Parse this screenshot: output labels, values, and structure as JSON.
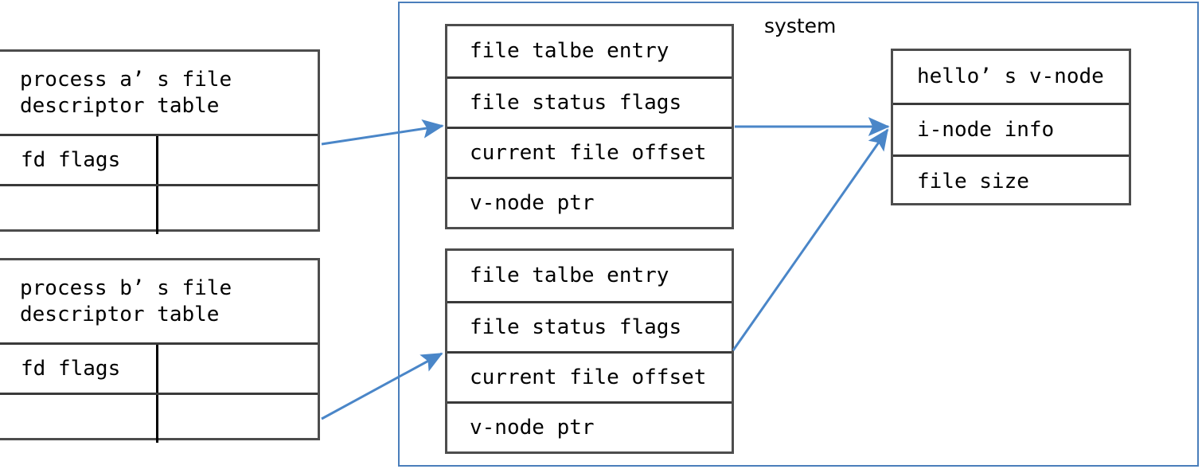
{
  "diagram": {
    "title_label": "system",
    "accent_color": "#4a7ebb",
    "border_color": "#4d4d4d",
    "arrow_color": "#4a86c8"
  },
  "process_tables": [
    {
      "name": "process-a",
      "header": "process a’ s file\ndescriptor table",
      "rows": [
        {
          "left": "fd flags",
          "right": ""
        },
        {
          "left": "",
          "right": ""
        }
      ]
    },
    {
      "name": "process-b",
      "header": "process b’ s file\ndescriptor table",
      "rows": [
        {
          "left": "fd flags",
          "right": ""
        },
        {
          "left": "",
          "right": ""
        }
      ]
    }
  ],
  "file_tables": [
    {
      "name": "file-table-entry-a",
      "rows": [
        "file talbe entry",
        "file status flags",
        "current file offset",
        "v-node ptr"
      ]
    },
    {
      "name": "file-table-entry-b",
      "rows": [
        "file talbe entry",
        "file status flags",
        "current file offset",
        "v-node ptr"
      ]
    }
  ],
  "vnode_table": {
    "name": "hello-vnode",
    "rows": [
      "hello’ s v-node",
      "i-node info",
      "file size"
    ]
  },
  "arrows": [
    {
      "name": "arrow-proc-a-to-file-a",
      "from": "process a fd row",
      "to": "file table entry a"
    },
    {
      "name": "arrow-proc-b-to-file-b",
      "from": "process b fd row",
      "to": "file table entry b"
    },
    {
      "name": "arrow-file-a-to-vnode",
      "from": "file table entry a",
      "to": "hello's v-node"
    },
    {
      "name": "arrow-file-b-to-vnode",
      "from": "file table entry b",
      "to": "hello's v-node"
    }
  ]
}
